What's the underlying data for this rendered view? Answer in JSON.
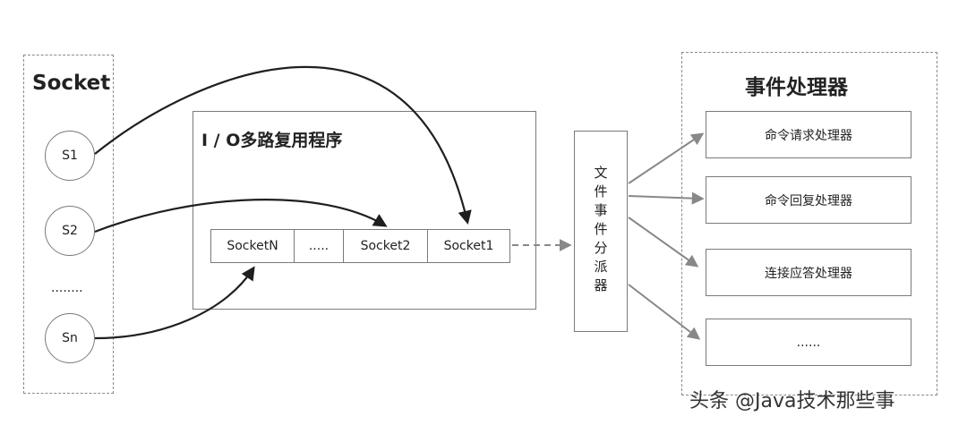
{
  "socket_group": {
    "title": "Socket",
    "items": [
      "S1",
      "S2",
      "Sn"
    ],
    "ellipsis": "........"
  },
  "multiplexer": {
    "title": "I / O多路复用程序",
    "queue": [
      "SocketN",
      ".....",
      "Socket2",
      "Socket1"
    ]
  },
  "dispatcher": {
    "label": "文件事件分派器"
  },
  "handlers": {
    "title": "事件处理器",
    "items": [
      "命令请求处理器",
      "命令回复处理器",
      "连接应答处理器",
      "......"
    ]
  },
  "watermark": "头条 @Java技术那些事",
  "colors": {
    "line": "#1f1f1f",
    "arrow_gray": "#888888",
    "border": "#7a7a7a"
  }
}
